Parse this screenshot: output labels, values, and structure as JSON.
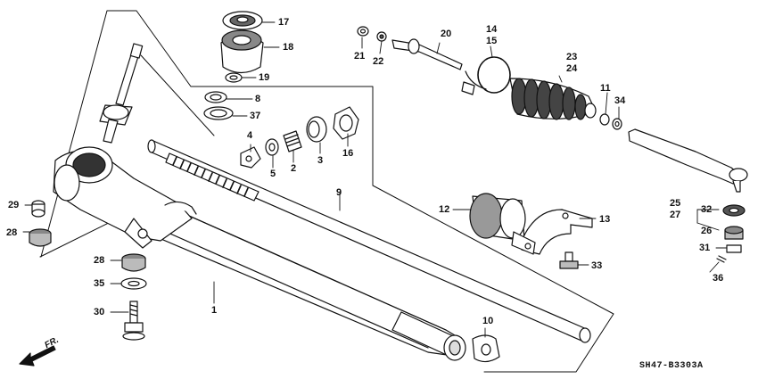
{
  "diagram": {
    "drawing_code": "SH47-B3303A",
    "direction_label": "FR.",
    "callouts": {
      "p1": "1",
      "p2": "2",
      "p3": "3",
      "p4": "4",
      "p5": "5",
      "p8": "8",
      "p9": "9",
      "p10": "10",
      "p11": "11",
      "p12": "12",
      "p13": "13",
      "p14": "14",
      "p15": "15",
      "p16": "16",
      "p17": "17",
      "p18": "18",
      "p19": "19",
      "p20": "20",
      "p21": "21",
      "p22": "22",
      "p23": "23",
      "p24": "24",
      "p25": "25",
      "p26": "26",
      "p27": "27",
      "p28a": "28",
      "p28b": "28",
      "p29": "29",
      "p30": "30",
      "p31": "31",
      "p32": "32",
      "p33": "33",
      "p34": "34",
      "p35": "35",
      "p36": "36",
      "p37": "37"
    }
  }
}
